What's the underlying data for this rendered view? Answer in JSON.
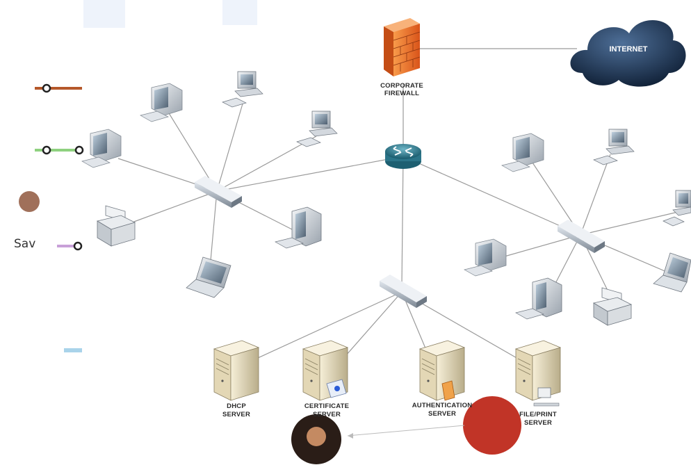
{
  "background": {
    "peek_text": "Sav",
    "line_colors": [
      "#b5582a",
      "#8fd17f",
      "#c8a0d8",
      "#a9d3ea"
    ]
  },
  "diagram": {
    "labels": {
      "firewall": [
        "CORPORATE",
        "FIREWALL"
      ],
      "internet": "INTERNET",
      "dhcp": [
        "DHCP",
        "SERVER"
      ],
      "certificate": [
        "CERTIFICATE",
        "SERVER"
      ],
      "authentication": [
        "AUTHENTICATION",
        "SERVER"
      ],
      "file_print": [
        "FILE/PRINT",
        "SERVER"
      ]
    },
    "colors": {
      "firewall": "#f07a2a",
      "cloud": "#1d3557",
      "router": "#2f7f93",
      "switch": "#b9c3cf",
      "server": "#e7dcc0",
      "monitor": "#d7dde3"
    },
    "icons": [
      "firewall-icon",
      "cloud-icon",
      "router-icon",
      "switch-icon",
      "monitor-icon",
      "printer-icon",
      "laptop-icon",
      "server-icon"
    ]
  }
}
